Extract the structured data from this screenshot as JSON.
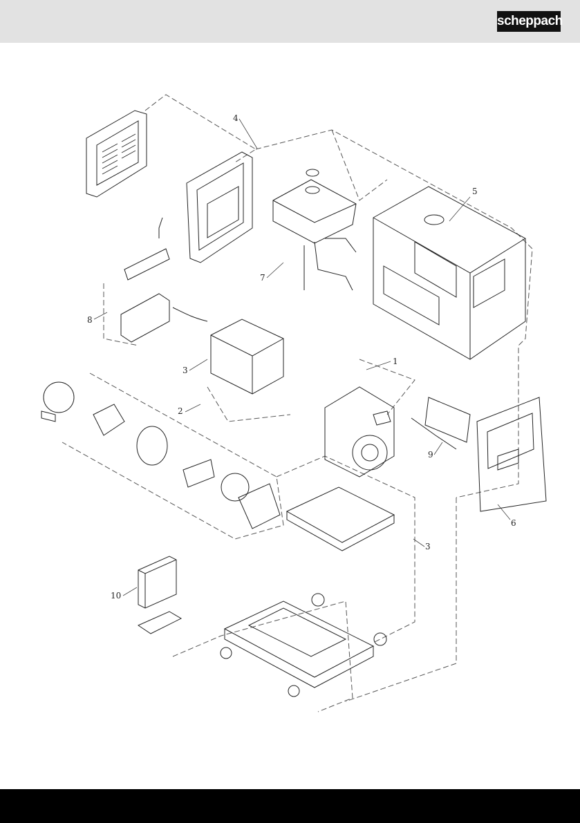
{
  "brand": {
    "logo_text": "scheppach"
  },
  "diagram": {
    "callouts": {
      "c1": "1",
      "c2": "2",
      "c3a": "3",
      "c3b": "3",
      "c4": "4",
      "c5": "5",
      "c6": "6",
      "c7": "7",
      "c8": "8",
      "c9": "9",
      "c10": "10"
    }
  },
  "colors": {
    "header_bg": "#e2e2e2",
    "footer_bg": "#000000",
    "line": "#222222"
  }
}
